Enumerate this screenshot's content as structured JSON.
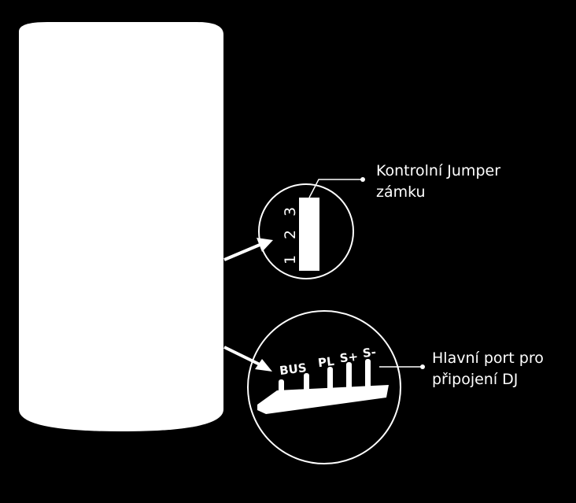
{
  "colors": {
    "background": "#000000",
    "foreground": "#ffffff"
  },
  "jumper": {
    "callout_line1": "Kontrolní Jumper",
    "callout_line2": "zámku",
    "pins": [
      "1",
      "2",
      "3"
    ]
  },
  "port": {
    "callout_line1": "Hlavní port pro",
    "callout_line2": "připojení DJ",
    "pins": [
      "BUS",
      "PL",
      "S+",
      "S-"
    ]
  }
}
